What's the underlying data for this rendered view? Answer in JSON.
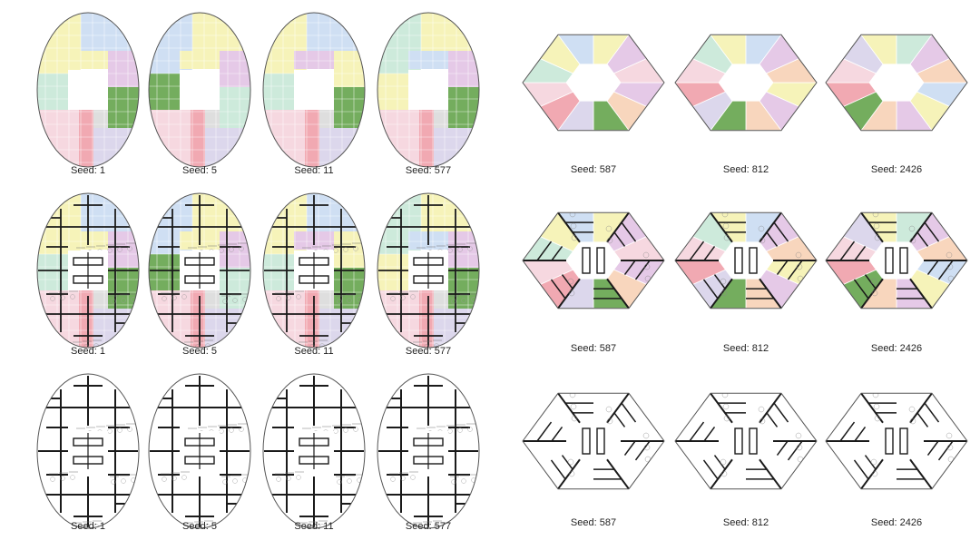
{
  "oval_panel": {
    "rows": [
      {
        "mode": "zones",
        "cells": [
          {
            "seed": "Seed: 1"
          },
          {
            "seed": "Seed: 5"
          },
          {
            "seed": "Seed: 11"
          },
          {
            "seed": "Seed: 577"
          }
        ]
      },
      {
        "mode": "zones-plan",
        "cells": [
          {
            "seed": "Seed: 1"
          },
          {
            "seed": "Seed: 5"
          },
          {
            "seed": "Seed: 11"
          },
          {
            "seed": "Seed: 577"
          }
        ]
      },
      {
        "mode": "plan",
        "cells": [
          {
            "seed": "Seed: 1"
          },
          {
            "seed": "Seed: 5"
          },
          {
            "seed": "Seed: 11"
          },
          {
            "seed": "Seed: 577"
          }
        ]
      }
    ]
  },
  "hex_panel": {
    "rows": [
      {
        "mode": "zones",
        "cells": [
          {
            "seed": "Seed: 587"
          },
          {
            "seed": "Seed: 812"
          },
          {
            "seed": "Seed: 2426"
          }
        ]
      },
      {
        "mode": "zones-plan",
        "cells": [
          {
            "seed": "Seed: 587"
          },
          {
            "seed": "Seed: 812"
          },
          {
            "seed": "Seed: 2426"
          }
        ]
      },
      {
        "mode": "plan",
        "cells": [
          {
            "seed": "Seed: 587"
          },
          {
            "seed": "Seed: 812"
          },
          {
            "seed": "Seed: 2426"
          }
        ]
      }
    ]
  },
  "zone_colors": {
    "yellow": "#f6f3b9",
    "blue": "#cfdff3",
    "purple": "#e5c9e7",
    "green": "#74ad5e",
    "pink": "#f6d8e0",
    "red": "#f1a9b2",
    "mint": "#cdeadb",
    "lavender": "#dcd7ec",
    "peach": "#f8d6bd",
    "grey": "#dedede",
    "outline": "#555555",
    "wall": "#1a1a1a"
  }
}
